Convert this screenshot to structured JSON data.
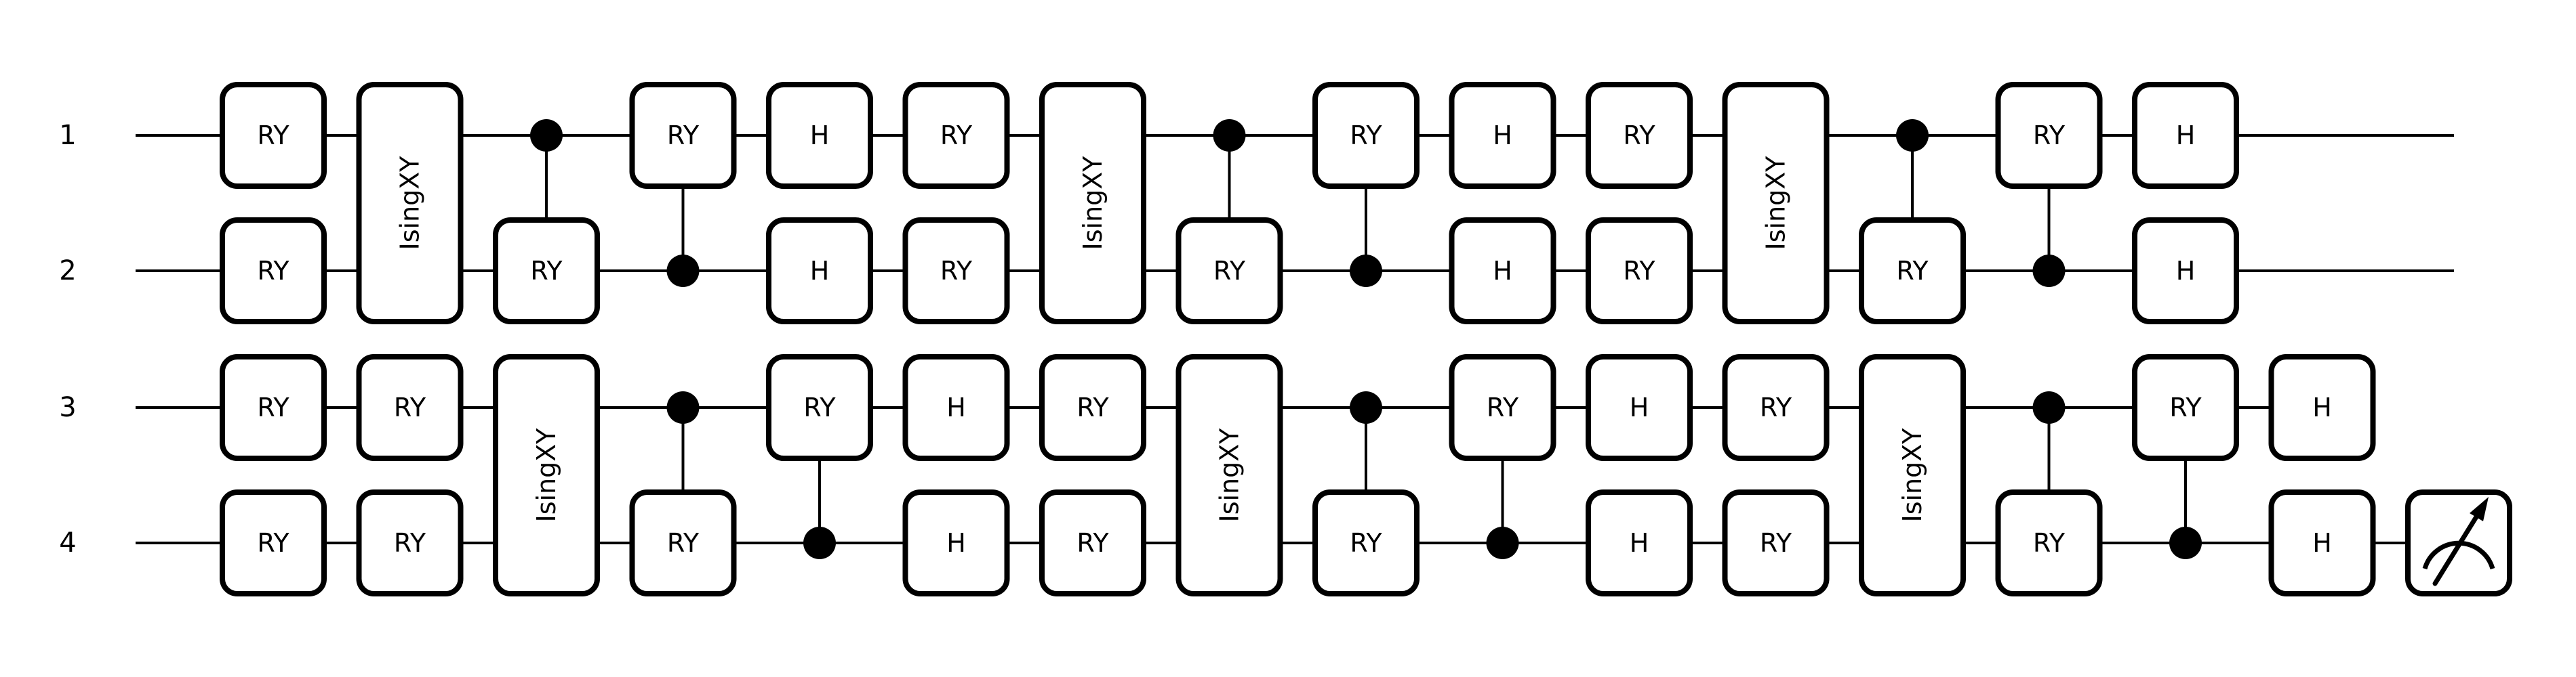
{
  "circuit": {
    "wires": [
      {
        "label": "1"
      },
      {
        "label": "2"
      },
      {
        "label": "3"
      },
      {
        "label": "4"
      }
    ],
    "gates": [
      {
        "kind": "box",
        "label": "RY",
        "col": 1,
        "wires": [
          1
        ]
      },
      {
        "kind": "box",
        "label": "RY",
        "col": 1,
        "wires": [
          2
        ]
      },
      {
        "kind": "box",
        "label": "RY",
        "col": 1,
        "wires": [
          3
        ]
      },
      {
        "kind": "box",
        "label": "RY",
        "col": 1,
        "wires": [
          4
        ]
      },
      {
        "kind": "box",
        "label": "IsingXY",
        "col": 2,
        "wires": [
          1,
          2
        ]
      },
      {
        "kind": "box",
        "label": "RY",
        "col": 2,
        "wires": [
          3
        ]
      },
      {
        "kind": "box",
        "label": "RY",
        "col": 2,
        "wires": [
          4
        ]
      },
      {
        "kind": "controlled",
        "label": "RY",
        "col": 3,
        "control": 1,
        "target": 2
      },
      {
        "kind": "box",
        "label": "IsingXY",
        "col": 3,
        "wires": [
          3,
          4
        ]
      },
      {
        "kind": "controlled",
        "label": "RY",
        "col": 4,
        "control": 2,
        "target": 1
      },
      {
        "kind": "controlled",
        "label": "RY",
        "col": 4,
        "control": 3,
        "target": 4
      },
      {
        "kind": "box",
        "label": "H",
        "col": 5,
        "wires": [
          1
        ]
      },
      {
        "kind": "box",
        "label": "H",
        "col": 5,
        "wires": [
          2
        ]
      },
      {
        "kind": "controlled",
        "label": "RY",
        "col": 5,
        "control": 4,
        "target": 3
      },
      {
        "kind": "box",
        "label": "RY",
        "col": 6,
        "wires": [
          1
        ]
      },
      {
        "kind": "box",
        "label": "RY",
        "col": 6,
        "wires": [
          2
        ]
      },
      {
        "kind": "box",
        "label": "H",
        "col": 6,
        "wires": [
          3
        ]
      },
      {
        "kind": "box",
        "label": "H",
        "col": 6,
        "wires": [
          4
        ]
      },
      {
        "kind": "box",
        "label": "IsingXY",
        "col": 7,
        "wires": [
          1,
          2
        ]
      },
      {
        "kind": "box",
        "label": "RY",
        "col": 7,
        "wires": [
          3
        ]
      },
      {
        "kind": "box",
        "label": "RY",
        "col": 7,
        "wires": [
          4
        ]
      },
      {
        "kind": "controlled",
        "label": "RY",
        "col": 8,
        "control": 1,
        "target": 2
      },
      {
        "kind": "box",
        "label": "IsingXY",
        "col": 8,
        "wires": [
          3,
          4
        ]
      },
      {
        "kind": "controlled",
        "label": "RY",
        "col": 9,
        "control": 2,
        "target": 1
      },
      {
        "kind": "controlled",
        "label": "RY",
        "col": 9,
        "control": 3,
        "target": 4
      },
      {
        "kind": "box",
        "label": "H",
        "col": 10,
        "wires": [
          1
        ]
      },
      {
        "kind": "box",
        "label": "H",
        "col": 10,
        "wires": [
          2
        ]
      },
      {
        "kind": "controlled",
        "label": "RY",
        "col": 10,
        "control": 4,
        "target": 3
      },
      {
        "kind": "box",
        "label": "RY",
        "col": 11,
        "wires": [
          1
        ]
      },
      {
        "kind": "box",
        "label": "RY",
        "col": 11,
        "wires": [
          2
        ]
      },
      {
        "kind": "box",
        "label": "H",
        "col": 11,
        "wires": [
          3
        ]
      },
      {
        "kind": "box",
        "label": "H",
        "col": 11,
        "wires": [
          4
        ]
      },
      {
        "kind": "box",
        "label": "IsingXY",
        "col": 12,
        "wires": [
          1,
          2
        ]
      },
      {
        "kind": "box",
        "label": "RY",
        "col": 12,
        "wires": [
          3
        ]
      },
      {
        "kind": "box",
        "label": "RY",
        "col": 12,
        "wires": [
          4
        ]
      },
      {
        "kind": "controlled",
        "label": "RY",
        "col": 13,
        "control": 1,
        "target": 2
      },
      {
        "kind": "box",
        "label": "IsingXY",
        "col": 13,
        "wires": [
          3,
          4
        ]
      },
      {
        "kind": "controlled",
        "label": "RY",
        "col": 14,
        "control": 2,
        "target": 1
      },
      {
        "kind": "controlled",
        "label": "RY",
        "col": 14,
        "control": 3,
        "target": 4
      },
      {
        "kind": "box",
        "label": "H",
        "col": 15,
        "wires": [
          1
        ]
      },
      {
        "kind": "box",
        "label": "H",
        "col": 15,
        "wires": [
          2
        ]
      },
      {
        "kind": "controlled",
        "label": "RY",
        "col": 15,
        "control": 4,
        "target": 3
      },
      {
        "kind": "box",
        "label": "H",
        "col": 16,
        "wires": [
          3
        ]
      },
      {
        "kind": "box",
        "label": "H",
        "col": 16,
        "wires": [
          4
        ]
      },
      {
        "kind": "measure",
        "label": "",
        "col": 17,
        "wires": [
          4
        ]
      }
    ]
  }
}
